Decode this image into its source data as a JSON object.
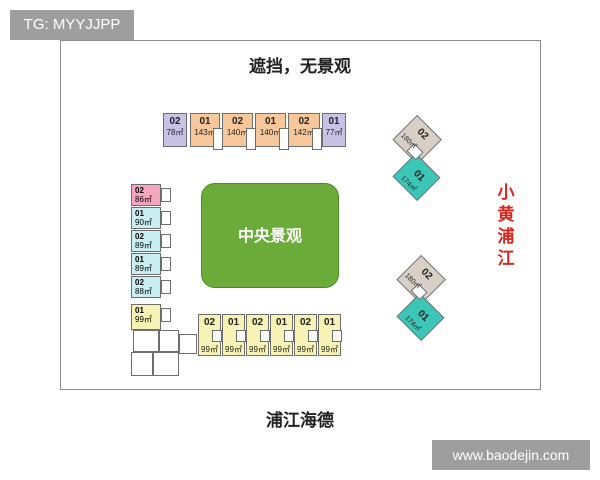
{
  "watermark": "TG: MYYJJPP",
  "site_url": "www.baodejin.com",
  "top_title": "遮挡，无景观",
  "bottom_title": "浦江海德",
  "center_label": "中央景观",
  "right_label": [
    "小",
    "黄",
    "浦",
    "江"
  ],
  "top_row": [
    {
      "no": "02",
      "area": "78㎡",
      "color": "#c7c2e6"
    },
    {
      "no": "01",
      "area": "143㎡",
      "color": "#f6c79a"
    },
    {
      "no": "02",
      "area": "140㎡",
      "color": "#f6c79a"
    },
    {
      "no": "01",
      "area": "140㎡",
      "color": "#f6c79a"
    },
    {
      "no": "02",
      "area": "142㎡",
      "color": "#f6c79a"
    },
    {
      "no": "01",
      "area": "77㎡",
      "color": "#c7c2e6"
    }
  ],
  "left_column": [
    {
      "no": "02",
      "area": "86㎡",
      "color": "#f3a6bd"
    },
    {
      "no": "01",
      "area": "90㎡",
      "color": "#c9eef2"
    },
    {
      "no": "02",
      "area": "89㎡",
      "color": "#c9eef2"
    },
    {
      "no": "01",
      "area": "89㎡",
      "color": "#c9eef2"
    },
    {
      "no": "02",
      "area": "88㎡",
      "color": "#c9eef2"
    },
    {
      "no": "01",
      "area": "99㎡",
      "color": "#f7f3b4"
    }
  ],
  "bottom_row": [
    {
      "no": "02",
      "area": "99㎡"
    },
    {
      "no": "01",
      "area": "99㎡"
    },
    {
      "no": "02",
      "area": "99㎡"
    },
    {
      "no": "01",
      "area": "99㎡"
    },
    {
      "no": "02",
      "area": "99㎡"
    },
    {
      "no": "01",
      "area": "99㎡"
    }
  ],
  "tower_upper": {
    "a_no": "02",
    "a_area": "180㎡",
    "b_no": "01",
    "b_area": "174㎡"
  },
  "tower_lower": {
    "a_no": "02",
    "a_area": "180㎡",
    "b_no": "01",
    "b_area": "174㎡"
  },
  "colors": {
    "yellow": "#f7f3b4",
    "teal": "#3cc6b8",
    "tan": "#d8cfc6",
    "green": "#6aab3a",
    "red": "#d9261c"
  }
}
